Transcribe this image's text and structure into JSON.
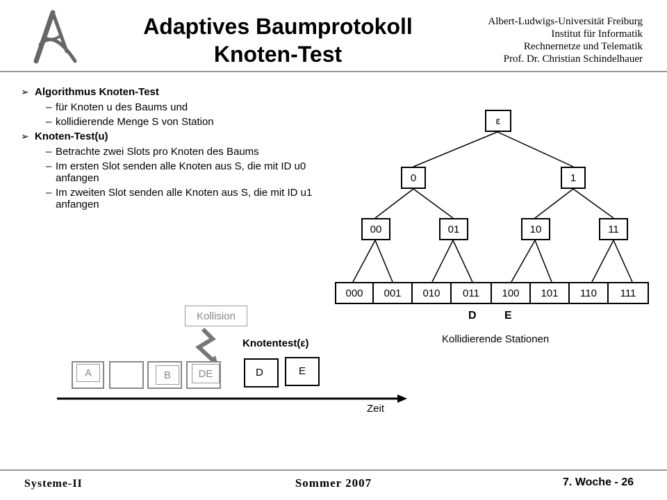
{
  "header": {
    "title_line1": "Adaptives Baumprotokoll",
    "title_line2": "Knoten-Test",
    "affiliation": [
      "Albert-Ludwigs-Universität Freiburg",
      "Institut für Informatik",
      "Rechnernetze und Telematik",
      "Prof. Dr. Christian Schindelhauer"
    ]
  },
  "content": {
    "b1": "Algorithmus Knoten-Test",
    "b1_sub": [
      "für Knoten u des Baums und",
      "kollidierende Menge S von Station"
    ],
    "b2": "Knoten-Test(u)",
    "b2_sub": [
      "Betrachte zwei Slots pro Knoten des Baums",
      "Im ersten Slot senden alle Knoten aus S, die mit ID u0 anfangen",
      "Im zweiten Slot senden alle Knoten aus S, die mit ID u1 anfangen"
    ]
  },
  "tree": {
    "root": "ε",
    "level1": [
      "0",
      "1"
    ],
    "level2": [
      "00",
      "01",
      "10",
      "11"
    ],
    "level3": [
      "000",
      "001",
      "010",
      "011",
      "100",
      "101",
      "110",
      "111"
    ],
    "station_d": "D",
    "station_e": "E",
    "caption": "Kollidierende Stationen"
  },
  "timeline": {
    "collision_label": "Kollision",
    "test_label": "Knotentest(ε)",
    "slot_a": "A",
    "slot_b": "B",
    "slot_de": "DE",
    "slot_d": "D",
    "slot_e": "E",
    "axis_label": "Zeit"
  },
  "footer": {
    "left": "Systeme-II",
    "center": "Sommer 2007",
    "right": "7. Woche  - 26"
  }
}
